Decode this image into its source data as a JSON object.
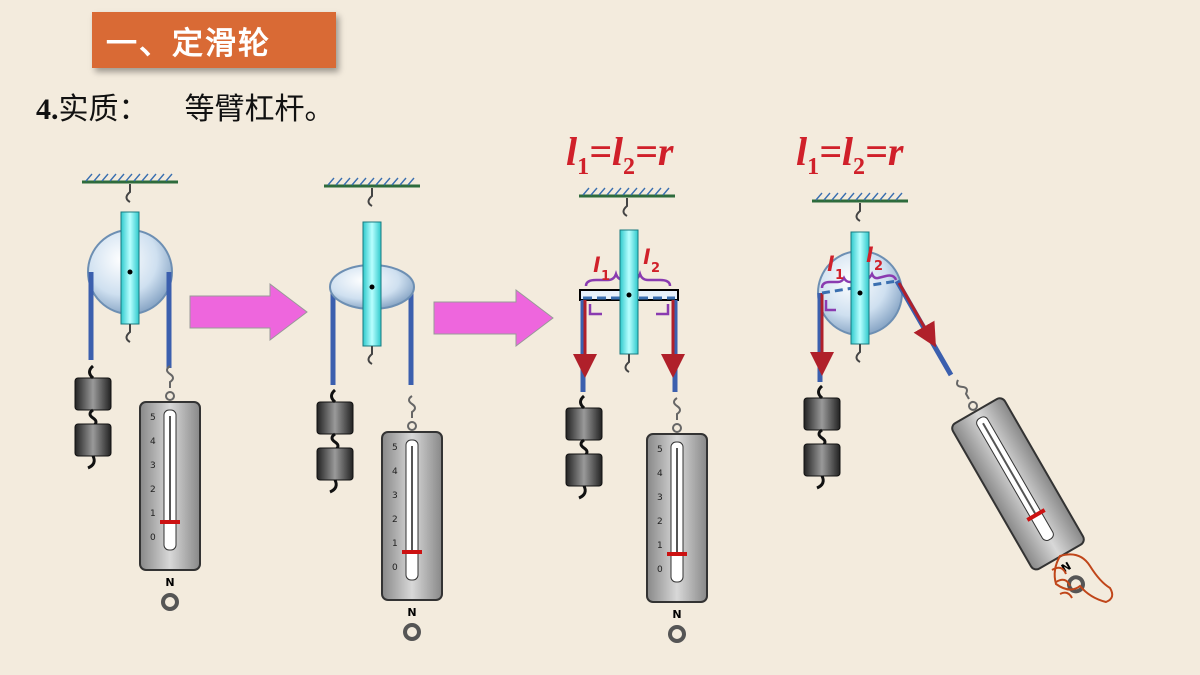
{
  "section_title": "一、定滑轮",
  "heading": {
    "number": "4.",
    "label": "实质：",
    "answer": "等臂杠杆。"
  },
  "formula": {
    "l": "l",
    "s1": "1",
    "s2": "2",
    "eq": "=",
    "r": "r"
  },
  "arm_labels": {
    "l": "l",
    "s1": "1",
    "s2": "2"
  },
  "scale_ticks": [
    "0",
    "1",
    "2",
    "3",
    "4",
    "5"
  ],
  "scale_letter": "N",
  "colors": {
    "title_bg": "#d96a35",
    "formula": "#d0202a",
    "arrow": "#ee66dd",
    "rope": "#3b5fae",
    "force": "#b0202a",
    "arm": "#8a3bb0"
  }
}
